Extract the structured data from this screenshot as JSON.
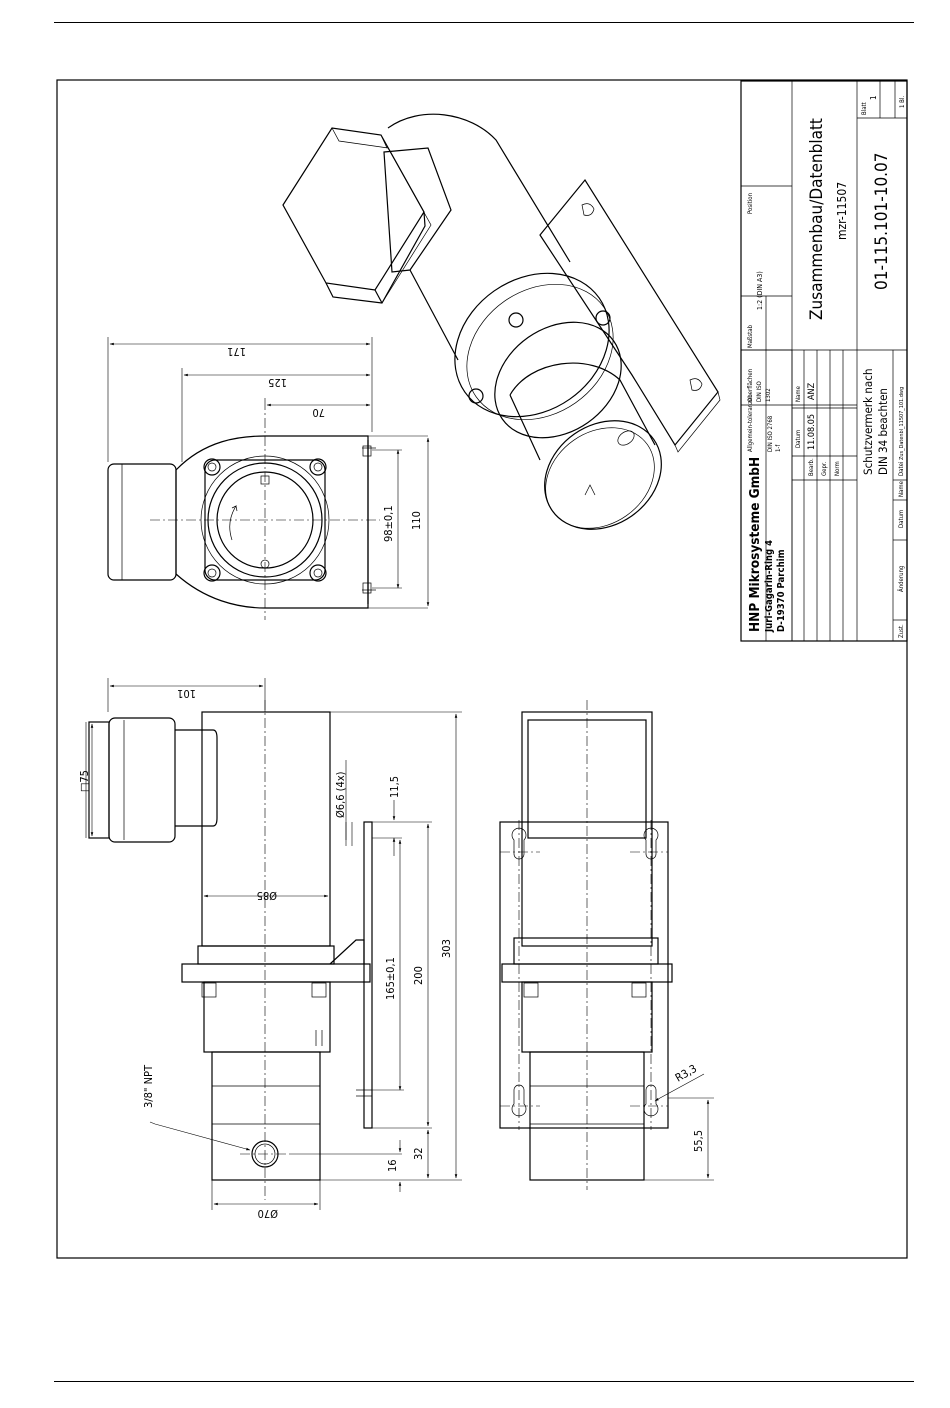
{
  "title_block": {
    "company": "HNP Mikrosysteme GmbH",
    "street": "Juri-Gagarin-Ring 4",
    "city": "D-19370 Parchim",
    "tolerances_label": "Allgemein-toleranzen",
    "tolerances_std": "DIN ISO 2768",
    "tolerances_class": "1-f",
    "surface_label": "Oberflächen",
    "surface_std": "DIN ISO",
    "surface_std2": "1302",
    "material_label": "Werkstoff",
    "date_label": "Datum",
    "name_label": "Name",
    "bearb_label": "Bearb.",
    "gepr_label": "Gepr.",
    "norm_label": "Norm",
    "date_value": "11.08.05",
    "name_value": "ANZ",
    "scale_label": "Maßstab",
    "scale_value": "1:2 (DIN A3)",
    "position_label": "Position",
    "drawing_title": "Zusammenbau/Datenblatt",
    "model": "mzr-11507",
    "protection_note_1": "Schutzvermerk nach",
    "protection_note_2": "DIN 34 beachten",
    "drawing_number": "01-115.101-10.07",
    "sheet_label": "Blatt",
    "sheet_value": "1",
    "sheets_value": "1 Bl.",
    "file_label": "Datei",
    "file_value": "Zus_Datenbl_11507_101.dwg",
    "rev_label": "Zust.",
    "change_label": "Änderung",
    "date_col_label": "Datum",
    "name_col_label": "Name"
  },
  "dimensions": {
    "d171": "171",
    "d125": "125",
    "d70": "70",
    "d110": "110",
    "d98": "98±0,1",
    "d101": "101",
    "sq75": "□75",
    "d66": "Ø6,6 (4x)",
    "d115": "11,5",
    "d85": "Ø85",
    "d165": "165±0,1",
    "d200": "200",
    "d303": "303",
    "npt": "3/8\" NPT",
    "d16": "16",
    "d32": "32",
    "d70dia": "Ø70",
    "r33": "R3,3",
    "d555": "55,5"
  }
}
